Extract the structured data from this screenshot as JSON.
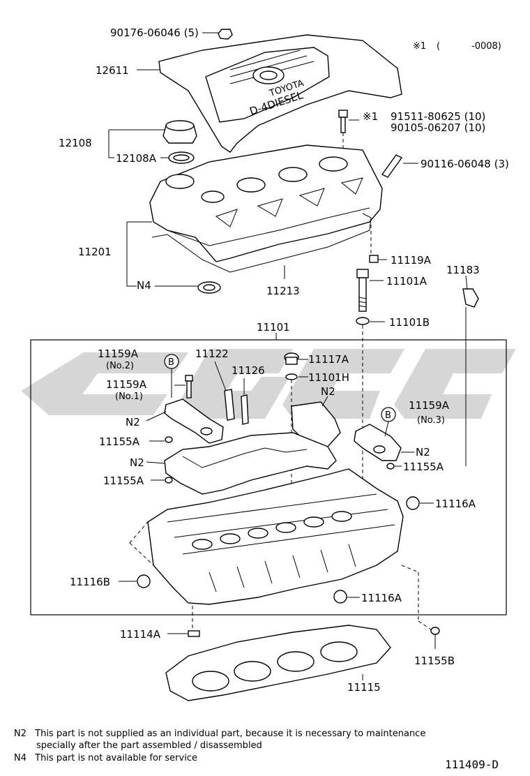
{
  "applicability": {
    "mark": "※1",
    "open": "(",
    "range": "-0008)"
  },
  "parts": {
    "p90176": "90176-06046 (5)",
    "p12611": "12611",
    "p12108": "12108",
    "p12108a": "12108A",
    "p11201": "11201",
    "n4": "N4",
    "p11213": "11213",
    "p91511_mark": "※1",
    "p91511": "91511-80625 (10)",
    "p90105": "90105-06207 (10)",
    "p90116": "90116-06048 (3)",
    "p11119a": "11119A",
    "p11101a": "11101A",
    "p11183": "11183",
    "p11101b": "11101B",
    "p11101": "11101",
    "p11159a_no2": "11159A",
    "no2": "(No.2)",
    "p11159a_no1": "11159A",
    "no1": "(No.1)",
    "p11122": "11122",
    "p11126": "11126",
    "p11117a": "11117A",
    "p11101h": "11101H",
    "n2_a": "N2",
    "n2_b": "N2",
    "n2_c": "N2",
    "n2_d": "N2",
    "p11159a_no3": "11159A",
    "no3": "(No.3)",
    "p11155a_1": "11155A",
    "p11155a_2": "11155A",
    "p11155a_3": "11155A",
    "p11116a_1": "11116A",
    "p11116b": "11116B",
    "p11116a_2": "11116A",
    "p11114a": "11114A",
    "p11155b": "11155B",
    "p11115": "11115",
    "b1": "B",
    "b2": "B"
  },
  "cover_text": {
    "brand": "TOYOTA",
    "engine": "D-4DIESEL"
  },
  "notes": [
    {
      "code": "N2",
      "text": "This part is not supplied as an individual part, because it is necessary to maintenance",
      "text2": "specially after the part assembled / disassembled"
    },
    {
      "code": "N4",
      "text": "This part is not available for service"
    }
  ],
  "diagram_id": "111409-D"
}
